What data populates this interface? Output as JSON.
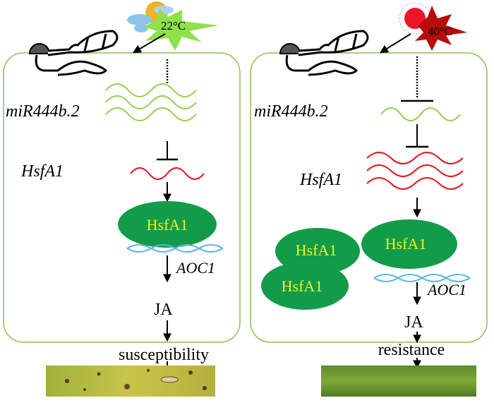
{
  "left_panel": {
    "temperature": "22°C",
    "weather_icon": "sun-cloud-icon",
    "mirna_label": "miR444b.2",
    "gene_label": "HsfA1",
    "protein_labels": [
      "HsfA1"
    ],
    "target_gene_label": "AOC1",
    "hormone_label": "JA",
    "outcome_label": "susceptibility"
  },
  "right_panel": {
    "temperature": "40°C",
    "weather_icon": "hot-sun-icon",
    "mirna_label": "miR444b.2",
    "gene_label": "HsfA1",
    "protein_labels": [
      "HsfA1",
      "HsfA1",
      "HsfA1"
    ],
    "target_gene_label": "AOC1",
    "hormone_label": "JA",
    "outcome_label": "resistance"
  },
  "colors": {
    "cell_outline": "#8cc152",
    "mirna_wave": "#92cf4f",
    "mrna_wave": "#e8141c",
    "protein_fill": "#129c4a",
    "protein_text": "#f2f21a",
    "cool_star": "#8fe04a",
    "hot_star": "#b80d0d"
  }
}
